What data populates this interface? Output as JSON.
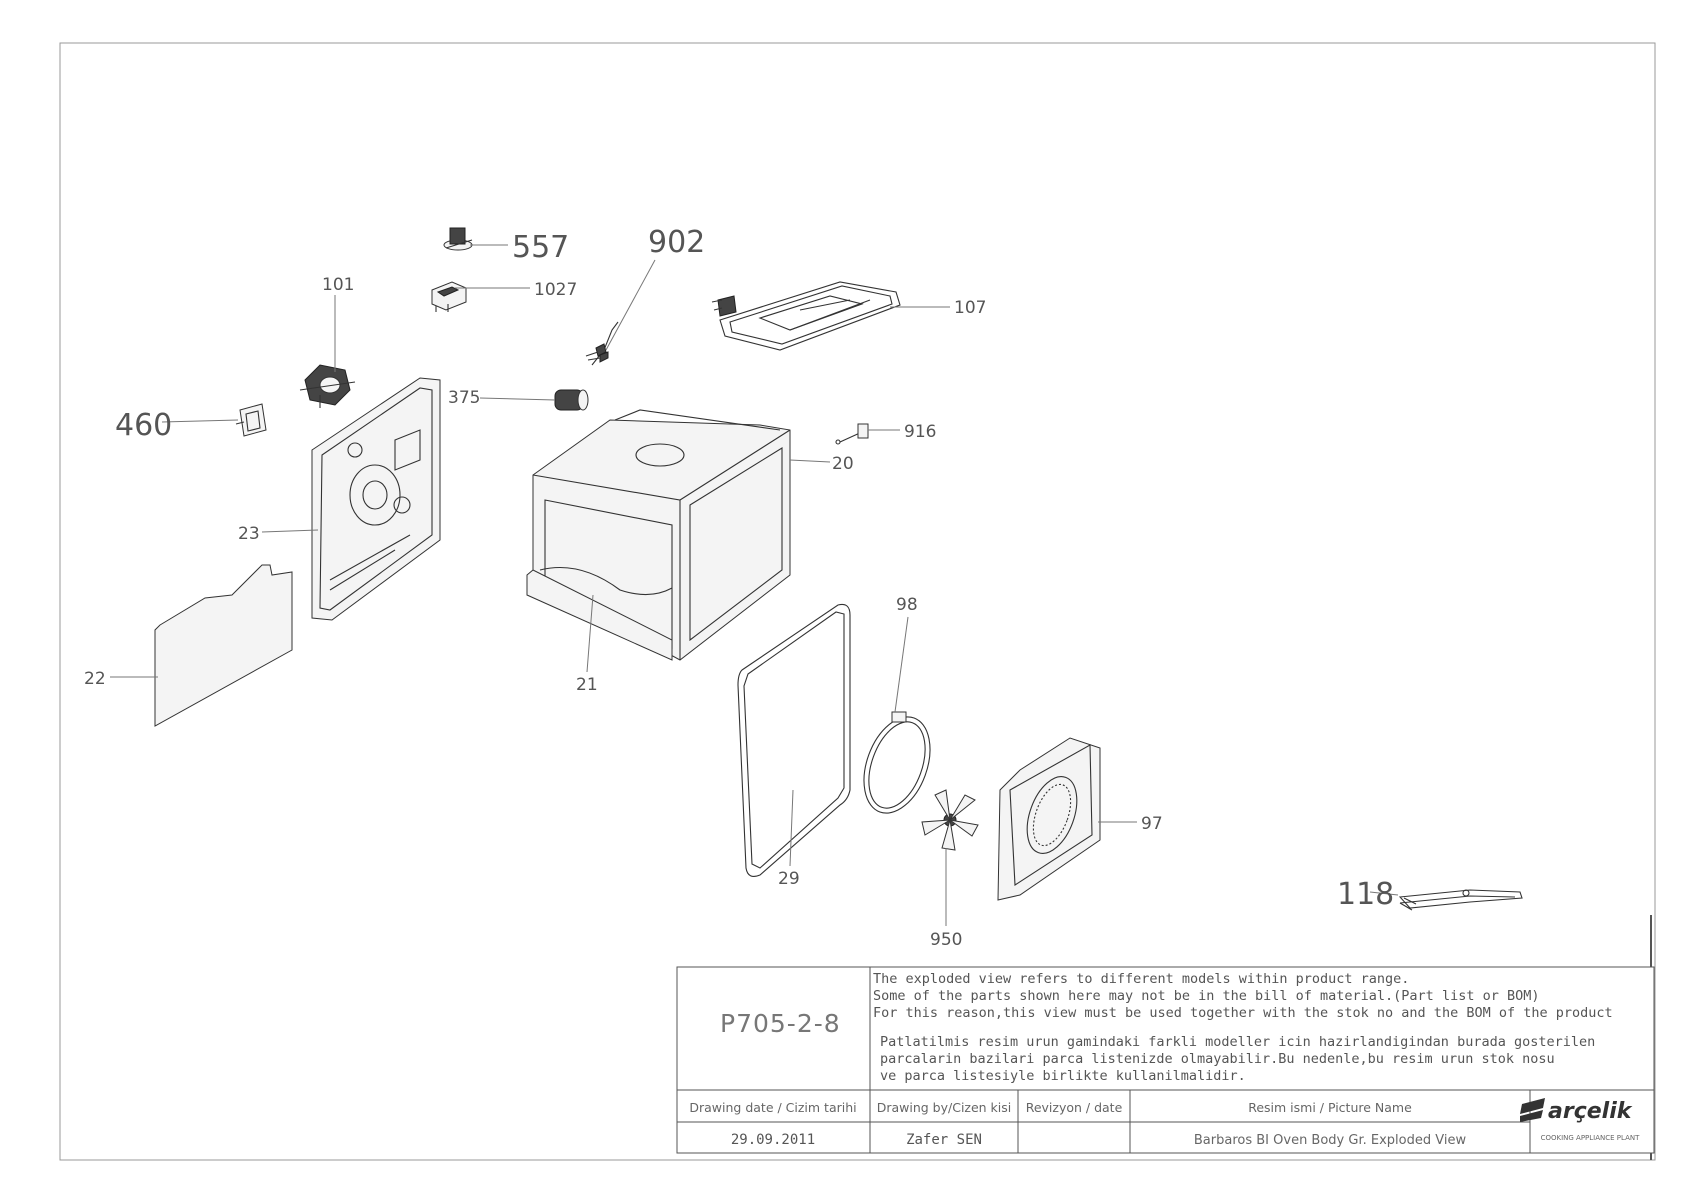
{
  "callouts": {
    "c557": "557",
    "c902": "902",
    "c101": "101",
    "c1027": "1027",
    "c107": "107",
    "c375": "375",
    "c460": "460",
    "c916": "916",
    "c20": "20",
    "c23": "23",
    "c22": "22",
    "c21": "21",
    "c98": "98",
    "c97": "97",
    "c29": "29",
    "c118": "118",
    "c950": "950"
  },
  "title_block": {
    "drawing_code": "P705-2-8",
    "notes_en": [
      "The exploded view refers to different models within product range.",
      "Some of the parts shown here may not be in the bill of material.(Part list or BOM)",
      "For this reason,this view must be used together with the stok no and the BOM of the product"
    ],
    "notes_tr": [
      "Patlatilmis resim urun gamindaki farkli modeller icin hazirlandigindan burada gosterilen",
      "parcalarin bazilari parca listenizde olmayabilir.Bu nedenle,bu resim urun stok nosu",
      "ve parca listesiyle birlikte kullanilmalidir."
    ],
    "headers": {
      "drawing_date": "Drawing date / Cizim tarihi",
      "drawing_by": "Drawing by/Cizen kisi",
      "revision": "Revizyon / date",
      "picture_name": "Resim ismi / Picture Name"
    },
    "values": {
      "drawing_date": "29.09.2011",
      "drawing_by": "Zafer SEN",
      "revision": "",
      "picture_name": "Barbaros BI Oven Body Gr. Exploded View"
    },
    "brand": "arçelik",
    "brand_subtitle": "COOKING APPLIANCE PLANT"
  }
}
